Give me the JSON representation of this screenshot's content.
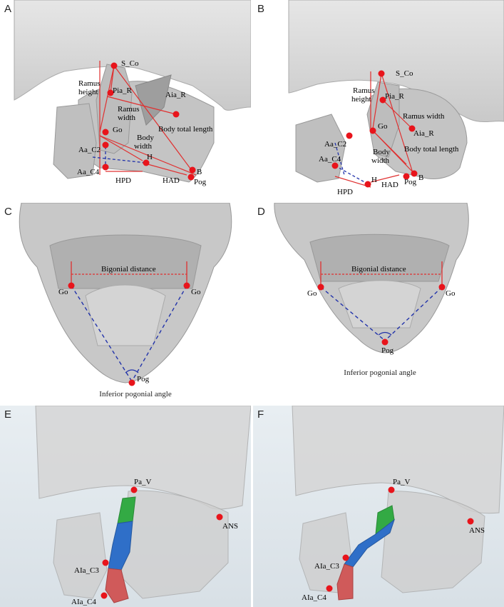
{
  "panels": {
    "a": {
      "label": "A",
      "landmarks": {
        "s_co": "S_Co",
        "pia_r": "Pia_R",
        "aia_r": "Aia_R",
        "go": "Go",
        "aa_c2": "Aa_C2",
        "aa_c4": "Aa_C4",
        "h": "H",
        "b": "B",
        "pog": "Pog"
      },
      "measures": {
        "ramus_height_1": "Ramus",
        "ramus_height_2": "height",
        "ramus_width_1": "Ramus",
        "ramus_width_2": "width",
        "body_width_1": "Body",
        "body_width_2": "width",
        "body_total_length": "Body total length",
        "hpd": "HPD",
        "had": "HAD"
      }
    },
    "b": {
      "label": "B",
      "landmarks": {
        "s_co": "S_Co",
        "pia_r": "Pia_R",
        "aia_r": "Aia_R",
        "go": "Go",
        "aa_c2": "Aa_C2",
        "aa_c4": "Aa_C4",
        "h": "H",
        "b": "B",
        "pog": "Pog"
      },
      "measures": {
        "ramus_height_1": "Ramus",
        "ramus_height_2": "height",
        "ramus_width": "Ramus width",
        "body_width_1": "Body",
        "body_width_2": "width",
        "body_total_length": "Body total length",
        "hpd": "HPD",
        "had": "HAD"
      }
    },
    "c": {
      "label": "C",
      "landmarks": {
        "go_left": "Go",
        "go_right": "Go",
        "pog": "Pog"
      },
      "measures": {
        "bigonial": "Bigonial distance"
      },
      "caption": "Inferior pogonial angle"
    },
    "d": {
      "label": "D",
      "landmarks": {
        "go_left": "Go",
        "go_right": "Go",
        "pog": "Pog"
      },
      "measures": {
        "bigonial": "Bigonial distance"
      },
      "caption": "Inferior pogonial angle"
    },
    "e": {
      "label": "E",
      "landmarks": {
        "pa_v": "Pa_V",
        "ans": "ANS",
        "ala_c3": "AIa_C3",
        "ala_c4": "AIa_C4"
      }
    },
    "f": {
      "label": "F",
      "landmarks": {
        "pa_v": "Pa_V",
        "ans": "ANS",
        "ala_c3": "AIa_C3",
        "ala_c4": "AIa_C4"
      }
    }
  },
  "colors": {
    "landmark": "#e8141b",
    "measure_line": "#e03030",
    "dashed": "#2233aa",
    "nasopharynx": "#33aa44",
    "oropharynx": "#2f6fc8",
    "hypopharynx": "#d05a5a",
    "bone": "#b8b8b8"
  }
}
